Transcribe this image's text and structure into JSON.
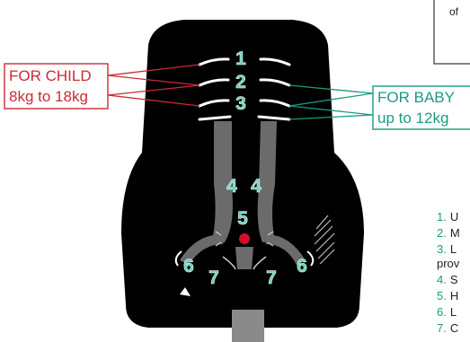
{
  "note_box": {
    "text": "of"
  },
  "labels": {
    "child_line1": "FOR CHILD",
    "child_line2": "8kg to 18kg",
    "baby_line1": "FOR BABY",
    "baby_line2": "up to 12kg"
  },
  "markers": [
    "1",
    "2",
    "3",
    "4",
    "4",
    "5",
    "6",
    "6",
    "7",
    "7"
  ],
  "legend": [
    {
      "num": "1.",
      "text": "U"
    },
    {
      "num": "2.",
      "text": "M"
    },
    {
      "num": "3.",
      "text": "L"
    },
    {
      "num": "",
      "text": "prov"
    },
    {
      "num": "4.",
      "text": "S"
    },
    {
      "num": "5.",
      "text": "H"
    },
    {
      "num": "6.",
      "text": "L"
    },
    {
      "num": "7.",
      "text": "C"
    }
  ],
  "colors": {
    "child": "#cc2a36",
    "baby": "#1b9a82",
    "marker": "#5fd0b8",
    "seat": "#000000",
    "buckle": "#d0102a"
  }
}
